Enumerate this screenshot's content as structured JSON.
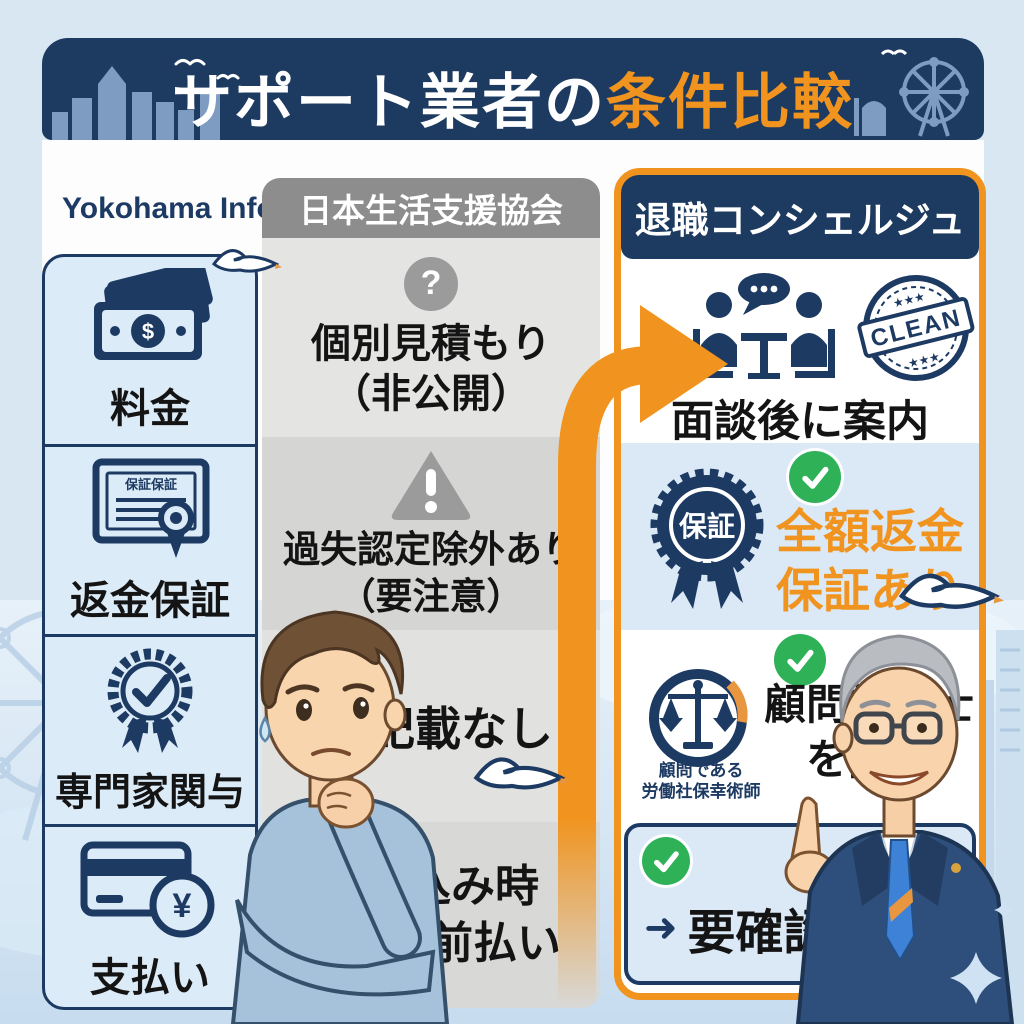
{
  "header": {
    "title_part1": "サポート業者の",
    "title_part2": "条件比較"
  },
  "brand_label": "Yokohama Info",
  "categories": [
    {
      "label": "料金",
      "icon": "money-icon"
    },
    {
      "label": "返金保証",
      "icon": "certificate-icon"
    },
    {
      "label": "専門家関与",
      "icon": "award-icon"
    },
    {
      "label": "支払い",
      "icon": "payment-icon"
    }
  ],
  "icons": {
    "money_symbol": "$",
    "payment_symbol": "¥",
    "certificate_text": "保証保証"
  },
  "competitor": {
    "title": "日本生活支援協会",
    "row1": {
      "qmark": "?",
      "line1": "個別見積もり",
      "line2": "（非公開）"
    },
    "row2": {
      "line1": "過失認定除外あり",
      "line2": "（要注意）"
    },
    "row3": {
      "line1": "記載なし"
    },
    "row4": {
      "line1": "申込み時",
      "line2": "一括前払い"
    }
  },
  "featured": {
    "title": "退職コンシェルジュ",
    "row1": {
      "text": "面談後に案内",
      "stamp_text": "CLEAN",
      "stamp_stars_top": "★★★",
      "stamp_stars_bottom": "★★★"
    },
    "row2": {
      "badge_text": "保証",
      "line1": "全額返金",
      "line2": "保証あり"
    },
    "row3": {
      "caption1": "顧問である",
      "caption2": "労働社保幸術師",
      "line1": "顧問社労士",
      "line2": "を開示"
    },
    "row4": {
      "arrow": "➜",
      "text": "要確認"
    }
  },
  "colors": {
    "navy": "#1d3a63",
    "orange": "#f0941f",
    "green": "#2fb158",
    "gray_header": "#8d8d8d",
    "light_blue": "#dcebf8"
  }
}
